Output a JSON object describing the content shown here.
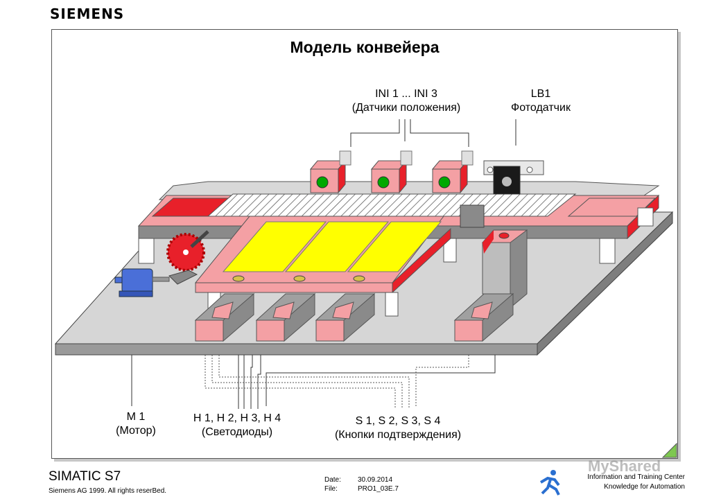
{
  "brand": "SIEMENS",
  "title": "Модель конвейера",
  "labels": {
    "ini_top": "INI 1 ... INI 3",
    "ini_bottom": "(Датчики положения)",
    "lb_top": "LB1",
    "lb_bottom": "Фотодатчик",
    "motor_top": "M 1",
    "motor_bottom": "(Мотор)",
    "led_top": "H 1, H 2, H 3, H 4",
    "led_bottom": "(Светодиоды)",
    "btn_top": "S 1, S 2, S 3, S 4",
    "btn_bottom": "(Кнопки подтверждения)"
  },
  "footer": {
    "product": "SIMATIC S7",
    "copyright": "Siemens AG 1999. All rights reserBed.",
    "date_label": "Date:",
    "date_value": "30.09.2014",
    "file_label": "File:",
    "file_value": "PRO1_03E.7",
    "training_line1": "Information and Training Center",
    "training_line2": "Knowledge for Automation",
    "watermark": "MyShared"
  },
  "colors": {
    "pink": "#f4a0a4",
    "red": "#e8202a",
    "gray": "#8a8a8a",
    "lightgray": "#d4d4d4",
    "yellow": "#ffff00",
    "green": "#00a800",
    "motor_blue": "#4a6fd8"
  }
}
